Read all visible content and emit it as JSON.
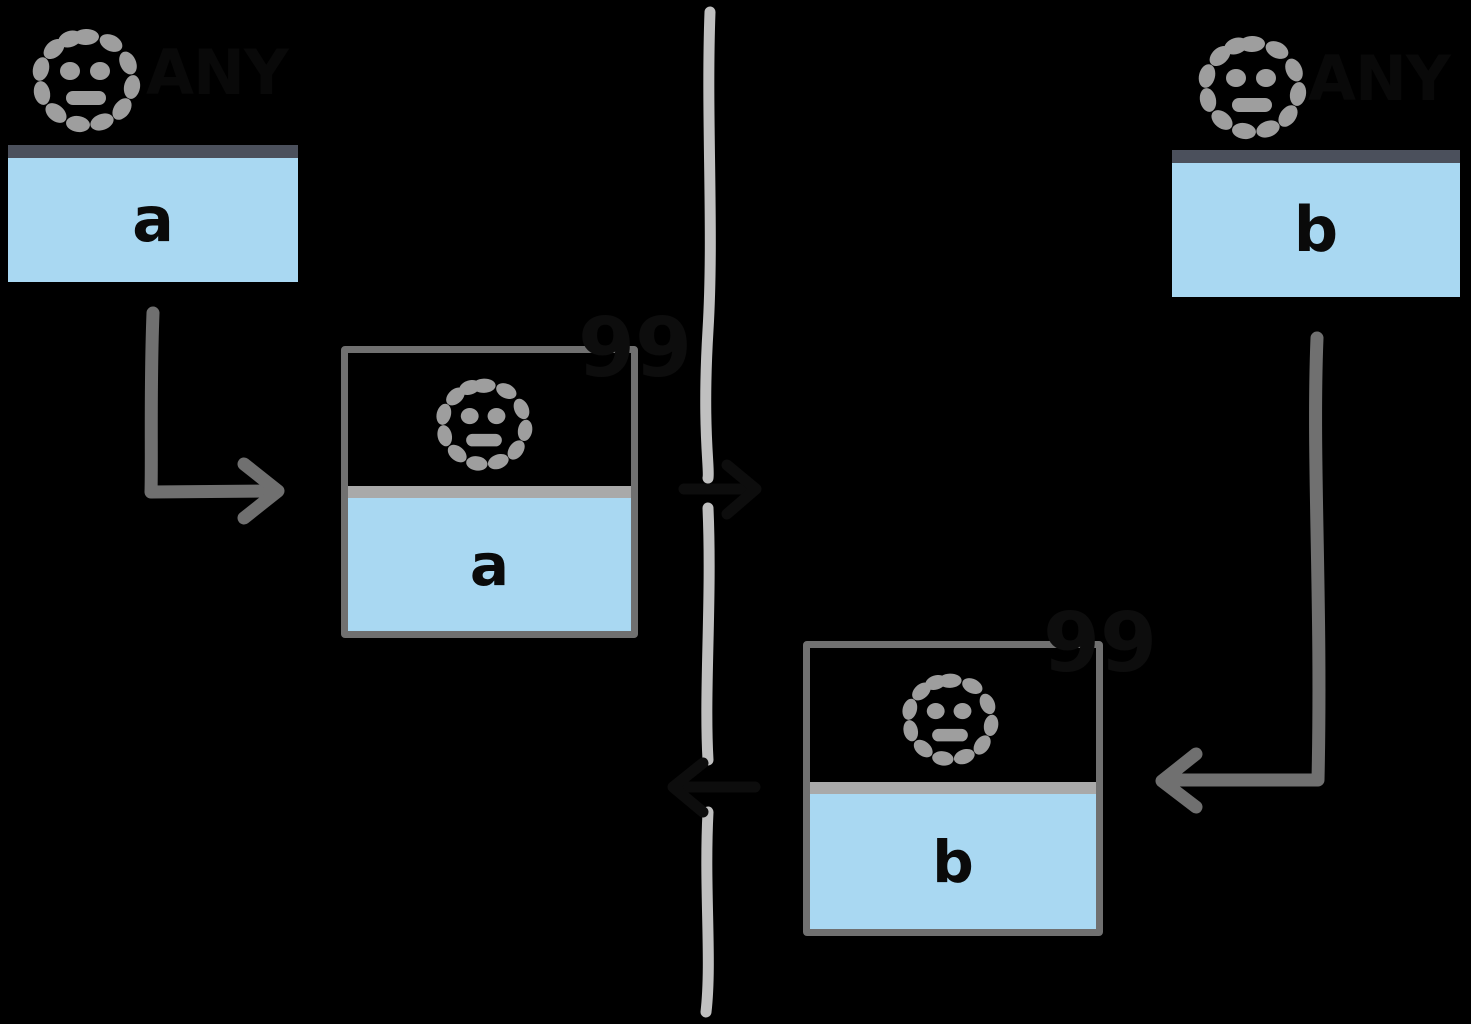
{
  "diagram": {
    "title": "",
    "background_color": "#000000",
    "accent_blue": "#a9d8f2",
    "connector_gray": "#707070",
    "line_gray": "#c0c0c0",
    "dark_glyph_color": "#0d0d0d"
  },
  "nodes": {
    "source_a": {
      "label": "a",
      "header_label": "ANY",
      "icon": "smiley-placeholder-icon",
      "style": "flat",
      "divider_color": "#4b505c"
    },
    "source_b": {
      "label": "b",
      "header_label": "ANY",
      "icon": "smiley-placeholder-icon",
      "style": "flat",
      "divider_color": "#4b505c"
    },
    "framed_a": {
      "label": "a",
      "badge": "99",
      "icon": "smiley-placeholder-icon",
      "style": "framed",
      "divider_color": "#a9a9a9"
    },
    "framed_b": {
      "label": "b",
      "badge": "99",
      "icon": "smiley-placeholder-icon",
      "style": "framed",
      "divider_color": "#a9a9a9"
    }
  },
  "connectors": {
    "a_down_right": {
      "name": "arrow-source-a-to-framed-a",
      "direction": "right",
      "color": "#707070"
    },
    "b_down_left": {
      "name": "arrow-source-b-to-framed-b",
      "direction": "left",
      "color": "#707070"
    },
    "cross_right": {
      "name": "arrow-cross-boundary-right",
      "direction": "right",
      "color": "#0d0d0d"
    },
    "cross_left": {
      "name": "arrow-cross-boundary-left",
      "direction": "left",
      "color": "#0d0d0d"
    }
  },
  "boundary": {
    "name": "vertical-boundary-line",
    "color": "#c0c0c0",
    "orientation": "vertical"
  }
}
